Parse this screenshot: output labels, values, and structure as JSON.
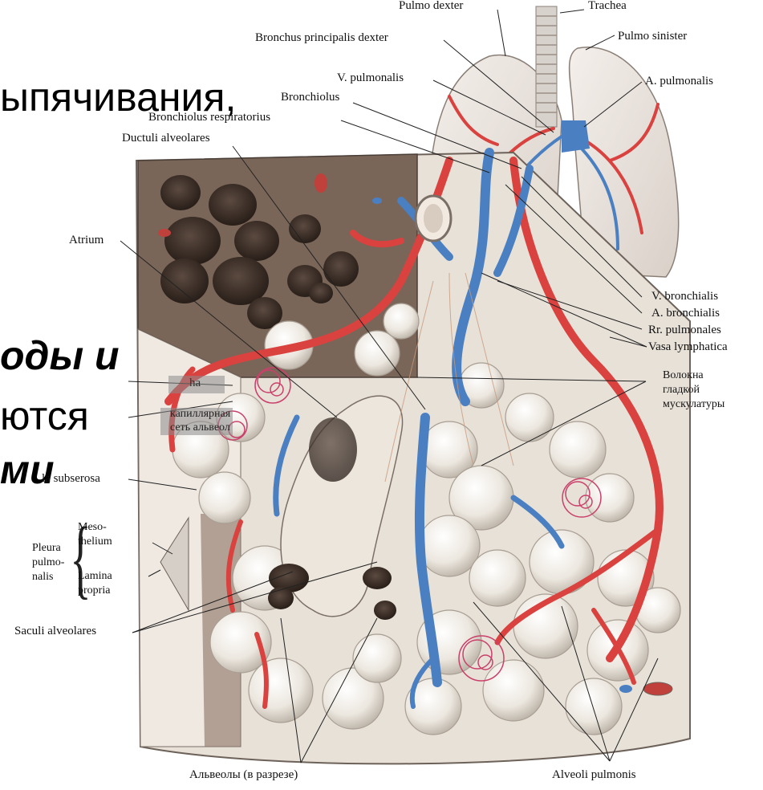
{
  "slide_text": {
    "line1": "ыпячивания,",
    "line2": "оды и",
    "line3": "ются",
    "line4": "ми"
  },
  "labels": {
    "trachea": "Trachea",
    "pulmo_dexter": "Pulmo dexter",
    "pulmo_sinister": "Pulmo sinister",
    "bronchus_principalis_dexter": "Bronchus principalis dexter",
    "v_pulmonalis": "V. pulmonalis",
    "a_pulmonalis": "A. pulmonalis",
    "bronchiolus": "Bronchiolus",
    "bronchiolus_respiratorius": "Bronchiolus respiratorius",
    "ductuli_alveolares": "Ductuli alveolares",
    "atrium": "Atrium",
    "v_bronchialis": "V. bronchialis",
    "a_bronchialis": "A. bronchialis",
    "rr_pulmonales": "Rr. pulmonales",
    "vasa_lymphatica": "Vasa lymphatica",
    "smooth_muscle_1": "Волокна",
    "smooth_muscle_2": "гладкой",
    "smooth_muscle_3": "мускулатуры",
    "lymph_partial": "ha",
    "capillary_1": "капиллярная",
    "capillary_2": "сеть альвеол",
    "tela_subserosa": "la subserosa",
    "pleura_1": "Pleura",
    "pleura_2": "pulmo-",
    "pleura_3": "nalis",
    "meso_1": "Meso-",
    "meso_2": "thelium",
    "lamina_1": "Lamina",
    "lamina_2": "propria",
    "sacculi_alveolares": "Saculi alveolares",
    "alveoli_section": "Альвеолы (в разрезе)",
    "alveoli_pulmonis": "Alveoli pulmonis"
  },
  "colors": {
    "artery": "#d9423f",
    "vein": "#4a7fc1",
    "alveolus": "#efebe4",
    "tissue": "#7a6658",
    "background": "#ffffff"
  }
}
